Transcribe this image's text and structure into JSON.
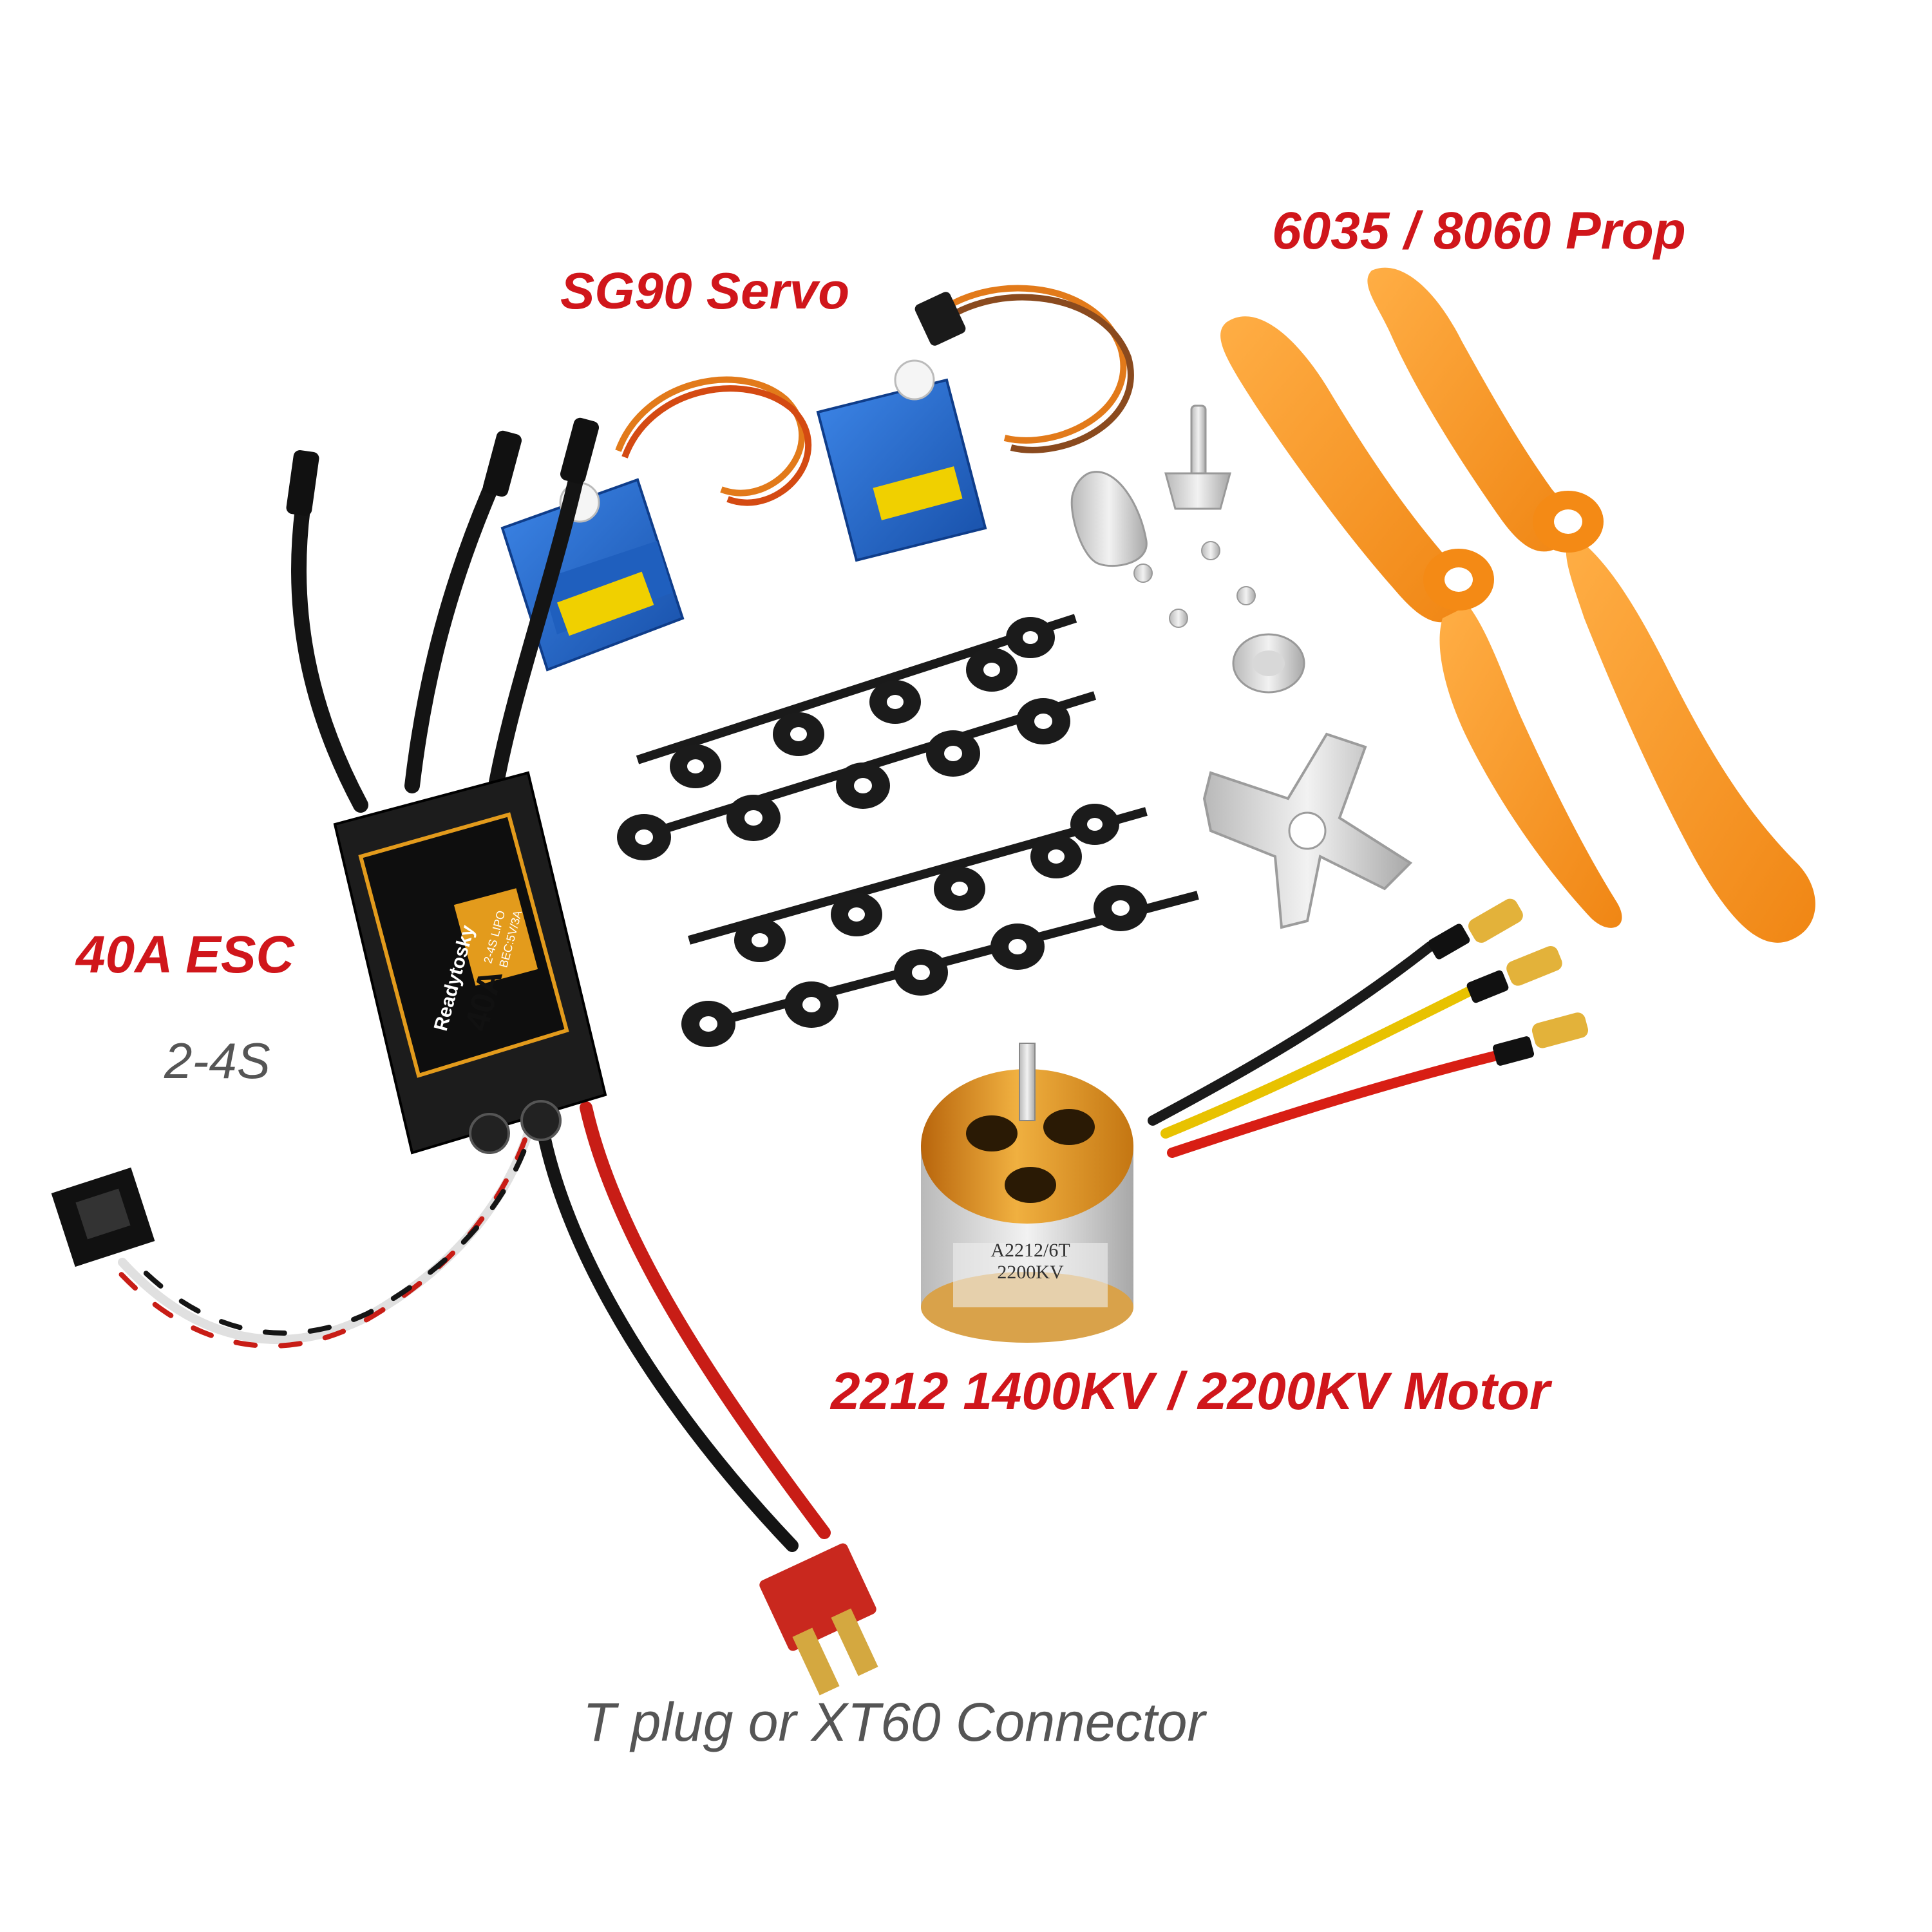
{
  "captions": {
    "servo": "SG90 Servo",
    "prop": "6035 / 8060 Prop",
    "esc": "40A ESC",
    "cells": "2-4S",
    "motor": "2212 1400KV / 2200KV Motor",
    "connector": "T plug or XT60 Connector"
  },
  "esc_label": {
    "brand": "Readytosky",
    "rating": "40A",
    "cells": "2-4S LIPO",
    "bec": "BEC:5V/3A"
  },
  "motor_label": {
    "line1": "A2212/6T",
    "line2": "2200KV"
  },
  "colors": {
    "caption_red": "#d0161b",
    "caption_grey": "#555555",
    "propeller": "#f7941d",
    "servo_blue": "#1e5fc0",
    "motor_gold": "#e39b1c",
    "connector_red": "#c9281e"
  }
}
